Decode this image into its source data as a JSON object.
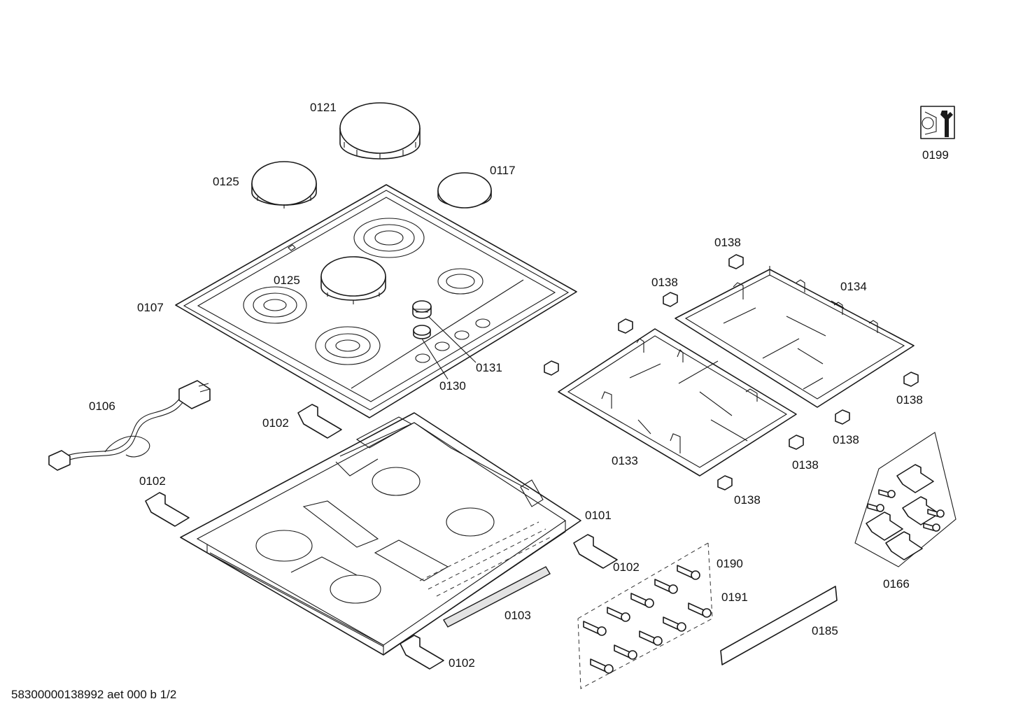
{
  "labels": {
    "l0121": "0121",
    "l0125a": "0125",
    "l0117": "0117",
    "l0199": "0199",
    "l0138a": "0138",
    "l0138b": "0138",
    "l0134": "0134",
    "l0125b": "0125",
    "l0107": "0107",
    "l0131": "0131",
    "l0130": "0130",
    "l0106": "0106",
    "l0102a": "0102",
    "l0138c": "0138",
    "l0138d": "0138",
    "l0133": "0133",
    "l0138e": "0138",
    "l0102b": "0102",
    "l0138f": "0138",
    "l0101": "0101",
    "l0166": "0166",
    "l0190": "0190",
    "l0102c": "0102",
    "l0191": "0191",
    "l0103": "0103",
    "l0185": "0185",
    "l0102d": "0102"
  },
  "document_code": "58300000138992 aet 000 b 1/2"
}
